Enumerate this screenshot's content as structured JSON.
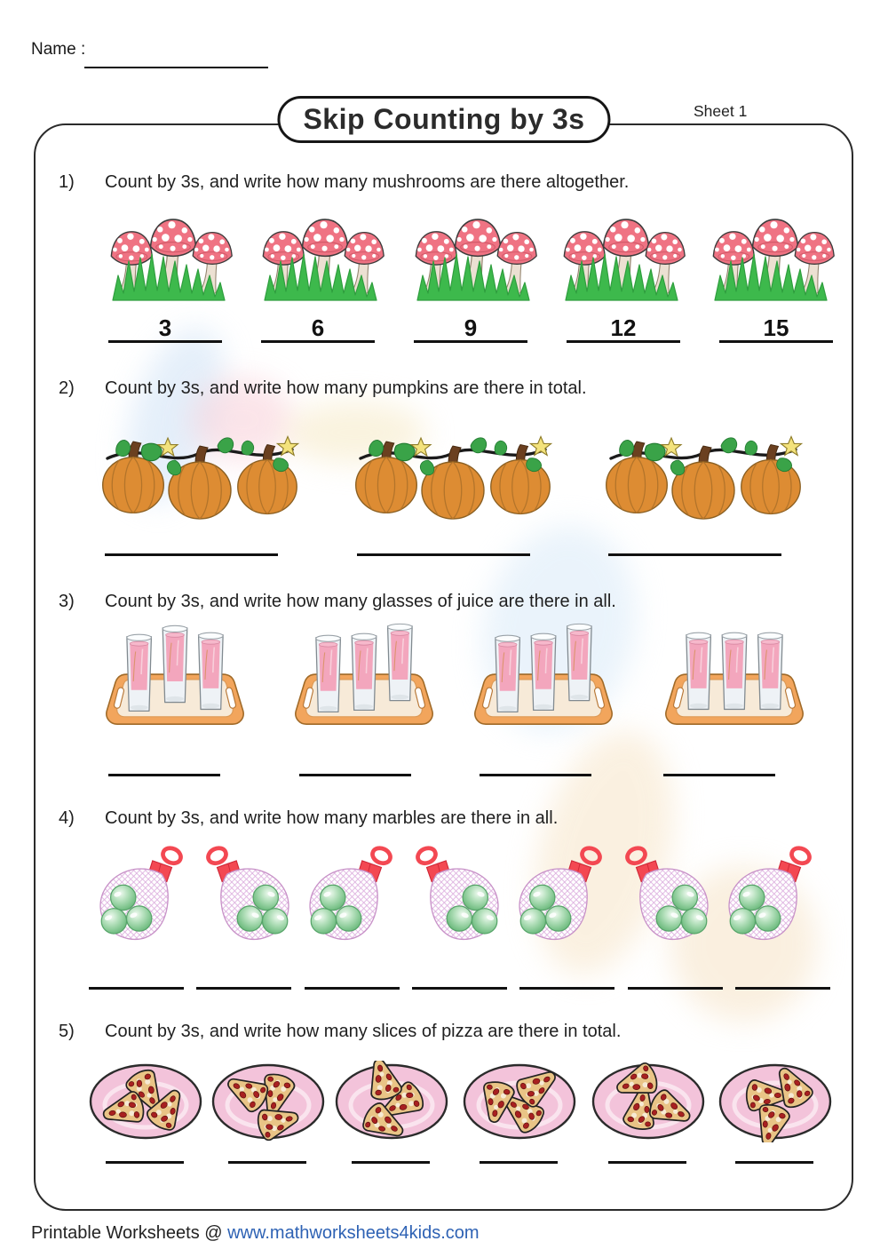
{
  "header": {
    "name_label": "Name :",
    "title": "Skip Counting by 3s",
    "sheet": "Sheet 1"
  },
  "questions": [
    {
      "number": "1)",
      "text": "Count by 3s, and write how many mushrooms are there altogether.",
      "item": "mushrooms",
      "group_count": 5,
      "items_per_group": 3,
      "answers": [
        "3",
        "6",
        "9",
        "12",
        "15"
      ]
    },
    {
      "number": "2)",
      "text": "Count by 3s, and write how many pumpkins are there in total.",
      "item": "pumpkins",
      "group_count": 3,
      "items_per_group": 3,
      "answers": [
        "",
        "",
        ""
      ]
    },
    {
      "number": "3)",
      "text": "Count by 3s, and write how many glasses of juice are there in all.",
      "item": "glasses of juice",
      "group_count": 4,
      "items_per_group": 3,
      "answers": [
        "",
        "",
        "",
        ""
      ]
    },
    {
      "number": "4)",
      "text": "Count by 3s, and write how many marbles are there in all.",
      "item": "marbles",
      "group_count": 7,
      "items_per_group": 3,
      "answers": [
        "",
        "",
        "",
        "",
        "",
        "",
        ""
      ]
    },
    {
      "number": "5)",
      "text": "Count by 3s, and write how many slices of pizza are there in total.",
      "item": "slices of pizza",
      "group_count": 6,
      "items_per_group": 3,
      "answers": [
        "",
        "",
        "",
        "",
        "",
        ""
      ]
    }
  ],
  "footer": {
    "prefix": "Printable Worksheets @ ",
    "link": "www.mathworksheets4kids.com"
  },
  "colors": {
    "mushroom_cap": "#ef7383",
    "mushroom_stem": "#ece0d2",
    "grass_green": "#3db94c",
    "pumpkin_orange": "#dd8c33",
    "vine_black": "#1b1b1b",
    "leaf_green": "#3aa348",
    "star_yellow": "#f3e27c",
    "juice_pink": "#f3a6bd",
    "tray_orange": "#f2a55c",
    "marble_green": "#7cc38b",
    "bag_mesh_pink": "#dcaede",
    "clasp_red": "#f34852",
    "plate_pink": "#f3c3da",
    "pizza_crust": "#e9c486",
    "pepperoni_red": "#a82020",
    "link_blue": "#2e62b4"
  }
}
